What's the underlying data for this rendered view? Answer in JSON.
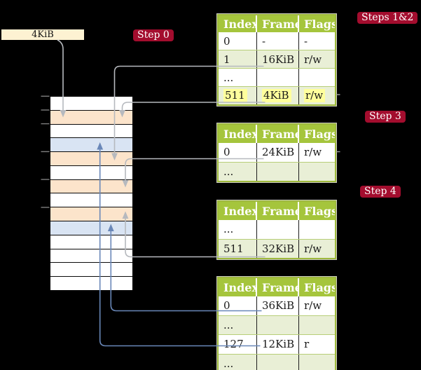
{
  "colors": {
    "background": "#000000",
    "table_header_green": "#a5c53c",
    "table_row_green": "#e9efd6",
    "table_row_white": "#ffffff",
    "frame_peach": "#fce4cb",
    "frame_blue": "#d9e4f3",
    "pointer_box_cream": "#fdf2d2",
    "badge_red": "#a30d2e",
    "highlight_yellow": "#ffff9c",
    "gray_connector": "#b6b9be",
    "blue_connector": "#6987b8"
  },
  "pointer_box": {
    "label": "4KiB"
  },
  "badges": {
    "step0": "Step 0",
    "steps12": "Steps 1&2",
    "step3": "Step 3",
    "step4": "Step 4"
  },
  "memory": {
    "row_colors": [
      "#ffffff",
      "#fce4cb",
      "#ffffff",
      "#d9e4f3",
      "#fce4cb",
      "#ffffff",
      "#fce4cb",
      "#ffffff",
      "#fce4cb",
      "#d9e4f3",
      "#ffffff",
      "#ffffff",
      "#ffffff",
      "#ffffff"
    ]
  },
  "tables": {
    "t1": {
      "headers": [
        "Index",
        "Frame",
        "Flags"
      ],
      "rows": [
        [
          "0",
          "-",
          "-"
        ],
        [
          "1",
          "16KiB",
          "r/w"
        ],
        [
          "...",
          "",
          ""
        ],
        [
          "511",
          "4KiB",
          "r/w"
        ]
      ]
    },
    "t2": {
      "headers": [
        "Index",
        "Frame",
        "Flags"
      ],
      "rows": [
        [
          "0",
          "24KiB",
          "r/w"
        ],
        [
          "...",
          "",
          ""
        ]
      ]
    },
    "t3": {
      "headers": [
        "Index",
        "Frame",
        "Flags"
      ],
      "rows": [
        [
          "...",
          "",
          ""
        ],
        [
          "511",
          "32KiB",
          "r/w"
        ]
      ]
    },
    "t4": {
      "headers": [
        "Index",
        "Frame",
        "Flags"
      ],
      "rows": [
        [
          "0",
          "36KiB",
          "r/w"
        ],
        [
          "...",
          "",
          ""
        ],
        [
          "127",
          "12KiB",
          "r"
        ],
        [
          "...",
          "",
          ""
        ]
      ]
    }
  }
}
